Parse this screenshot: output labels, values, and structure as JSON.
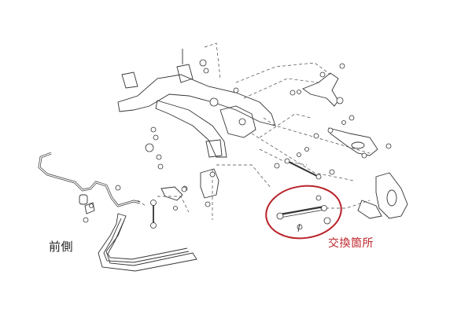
{
  "diagram": {
    "title": "Rear suspension exploded view",
    "labels": {
      "front_side": "前側",
      "replacement_location": "交換箇所"
    },
    "highlight": {
      "target": "lower link arm (lateral link)",
      "marker": "ellipse",
      "color": "#c0282e"
    },
    "parts": [
      "rear-subframe",
      "stabilizer-bar",
      "stabilizer-link",
      "stabilizer-bushing",
      "upper-arm",
      "lower-arm",
      "toe-control-link",
      "lateral-link",
      "knuckle",
      "exhaust-pipe",
      "subframe-mount",
      "differential-mount"
    ],
    "colors": {
      "line_art": "#333333",
      "background": "#ffffff",
      "highlight": "#c0282e"
    }
  }
}
